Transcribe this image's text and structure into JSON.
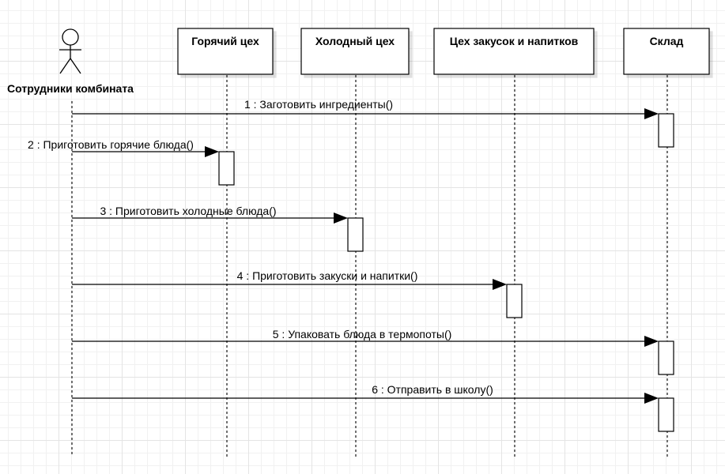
{
  "actor": {
    "label": "Сотрудники комбината"
  },
  "lifelines": [
    {
      "key": "hot",
      "title": "Горячий цех"
    },
    {
      "key": "cold",
      "title": "Холодный цех"
    },
    {
      "key": "snacks",
      "title": "Цех закусок и напитков"
    },
    {
      "key": "store",
      "title": "Склад"
    }
  ],
  "messages": [
    {
      "label": "1 : Заготовить ингредиенты()",
      "target": "store"
    },
    {
      "label": "2 : Приготовить горячие блюда()",
      "target": "hot"
    },
    {
      "label": "3 : Приготовить холодные блюда()",
      "target": "cold"
    },
    {
      "label": "4 : Приготовить закуски и напитки()",
      "target": "snacks"
    },
    {
      "label": "5 : Упаковать блюда в термопоты()",
      "target": "store"
    },
    {
      "label": "6 : Отправить в школу()",
      "target": "store"
    }
  ]
}
